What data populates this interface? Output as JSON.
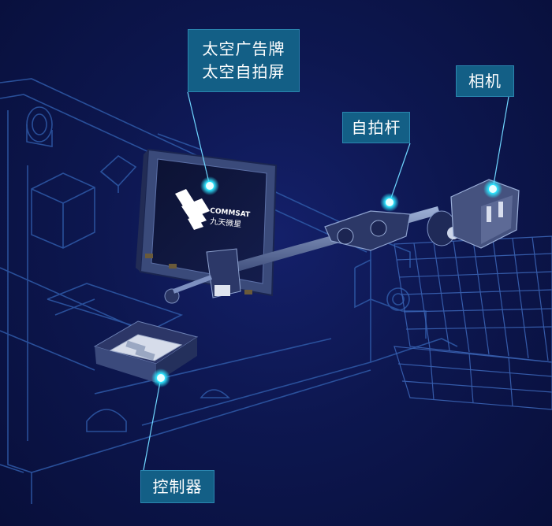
{
  "callouts": {
    "billboard": {
      "line1": "太空广告牌",
      "line2": "太空自拍屏"
    },
    "selfie_stick": {
      "label": "自拍杆"
    },
    "camera": {
      "label": "相机"
    },
    "controller": {
      "label": "控制器"
    }
  },
  "screen_logo": {
    "brand": "COMMSAT",
    "brand_cn": "九天微星"
  },
  "colors": {
    "background": "#0b1446",
    "wireframe": "#2f5aa8",
    "callout_fill": "#135f86",
    "marker": "#2ee6ff"
  }
}
